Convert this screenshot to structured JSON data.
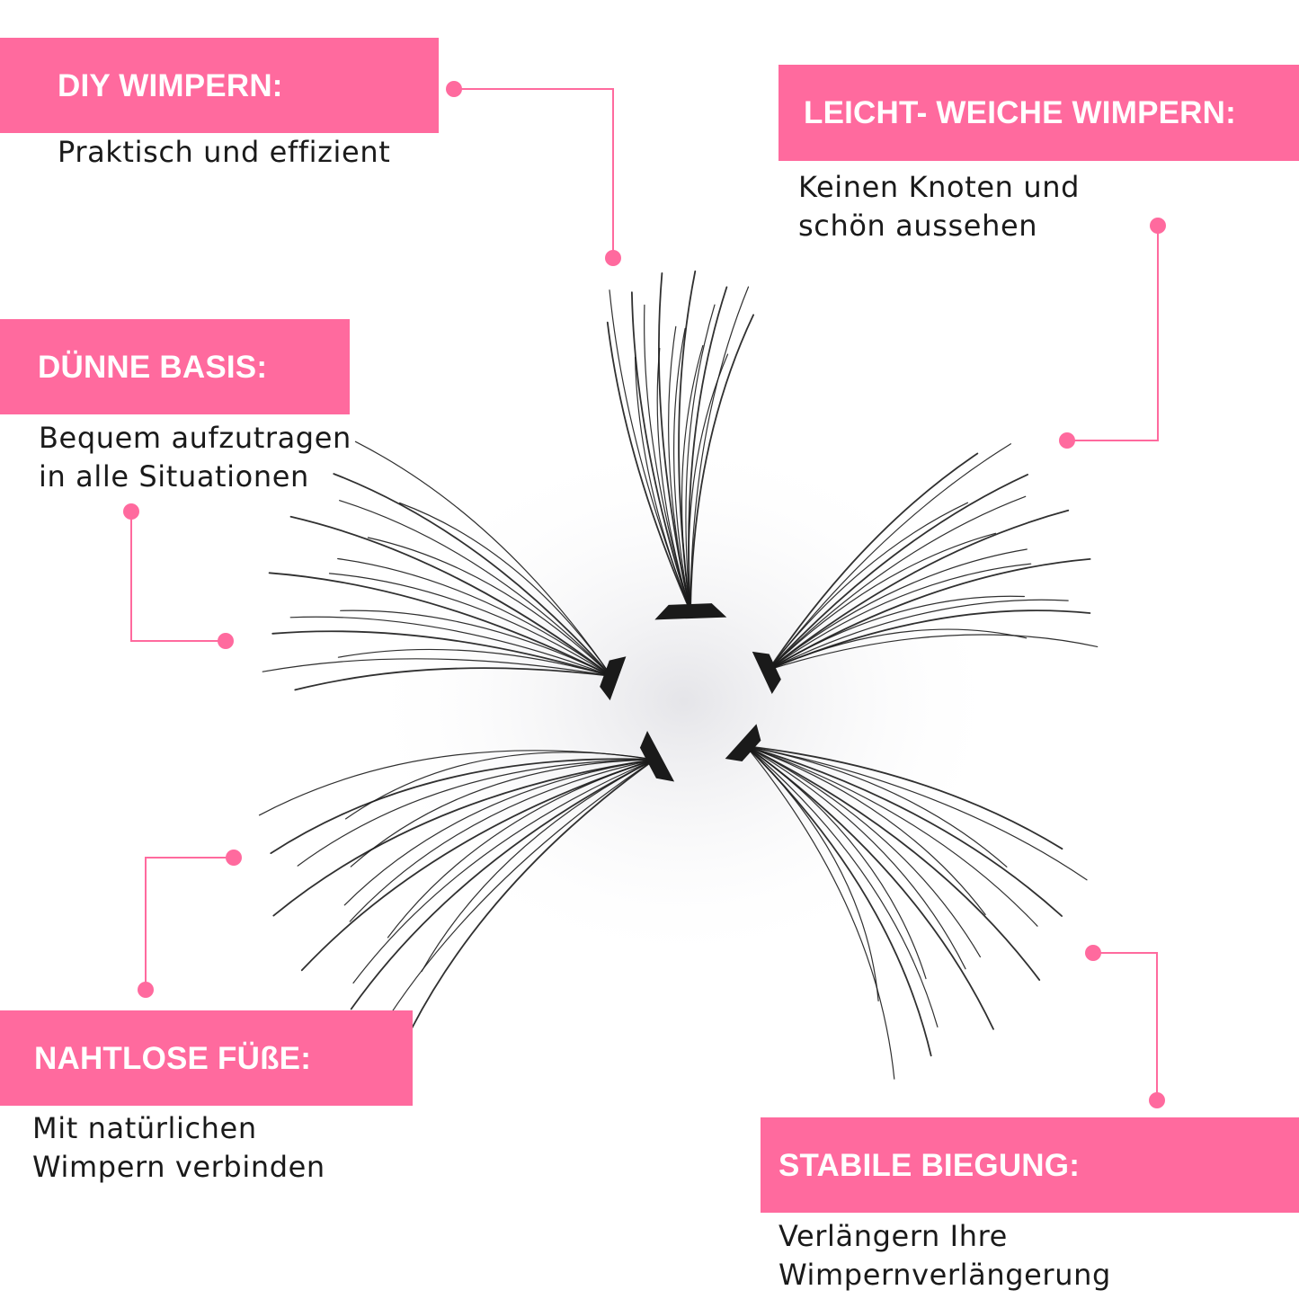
{
  "colors": {
    "accent": "#ff6a9e",
    "lash": "#1a1a1a",
    "text": "#1a1a1a"
  },
  "features": [
    {
      "title": "DIY WIMPERN:",
      "lines": [
        "Praktisch und effizient"
      ]
    },
    {
      "title": "LEICHT- WEICHE WIMPERN:",
      "lines": [
        "Keinen Knoten und",
        "schön aussehen"
      ]
    },
    {
      "title": "DÜNNE BASIS:",
      "lines": [
        "Bequem aufzutragen",
        "in alle Situationen"
      ]
    },
    {
      "title": "NAHTLOSE FÜßE:",
      "lines": [
        "Mit natürlichen",
        "Wimpern verbinden"
      ]
    },
    {
      "title": "STABILE BIEGUNG:",
      "lines": [
        "Verlängern Ihre",
        "Wimpernverlängerung"
      ]
    }
  ],
  "illustration": "lash-clusters"
}
